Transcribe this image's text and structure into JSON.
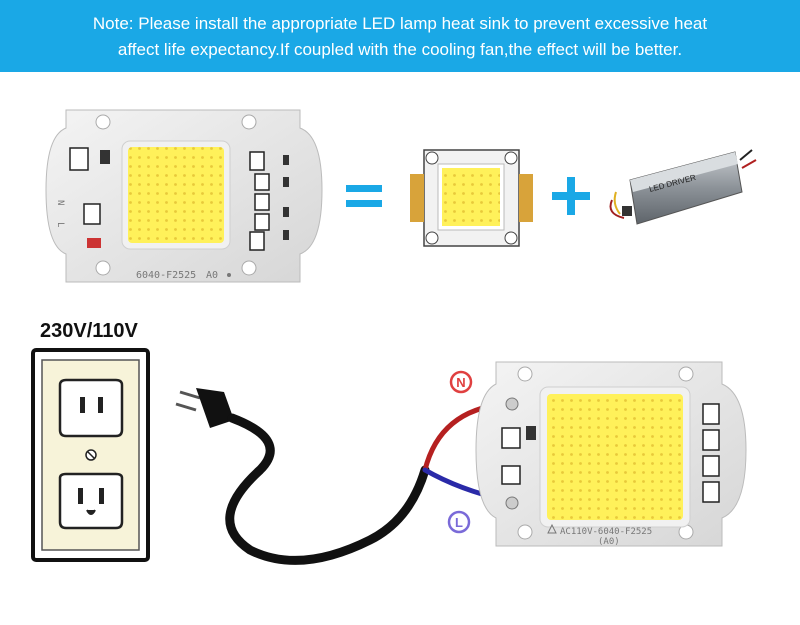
{
  "note": {
    "line1": "Note: Please install the appropriate LED lamp heat sink to prevent excessive heat",
    "line2": "affect life expectancy.If coupled with the cooling fan,the effect will be better."
  },
  "equation": {
    "equals": "=",
    "plus": "+"
  },
  "top_chip": {
    "model": "6040-F2525",
    "rev": "A0",
    "pin_n": "N",
    "pin_l": "L"
  },
  "driver": {
    "label": "LED DRIVER"
  },
  "voltage_label": "230V/110V",
  "bottom_chip": {
    "model": "AC110V-6040-F2525",
    "rev": "(A0)"
  },
  "wire_labels": {
    "n": "N",
    "l": "L"
  },
  "colors": {
    "banner": "#1aa8e6",
    "accent_blue": "#1aa8e6",
    "led_yellow": "#fff15a",
    "wire_red": "#b52020",
    "wire_blue": "#2a2aa8",
    "n_marker": "#e04040",
    "l_marker": "#7a6ad8"
  }
}
